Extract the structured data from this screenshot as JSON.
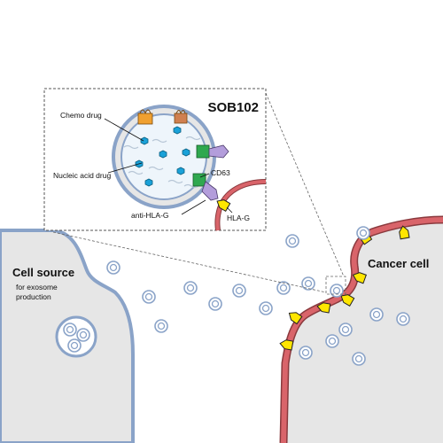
{
  "title": "SOB102",
  "labels": {
    "chemo_drug": "Chemo drug",
    "nucleic_acid_drug": "Nucleic acid drug",
    "cd63": "CD63",
    "anti_hla_g": "anti-HLA-G",
    "hla_g": "HLA-G",
    "cell_source": "Cell source",
    "cell_source_sub1": "for exosome",
    "cell_source_sub2": "production",
    "cancer_cell": "Cancer cell"
  },
  "colors": {
    "membrane_blue": "#8aa3c8",
    "cell_fill": "#e6e6e6",
    "cancer_membrane": "#d9646a",
    "hla_g_yellow": "#ffe600",
    "drug_blue": "#1aa1d8",
    "cd63_green": "#2fa84f",
    "antibody_purple": "#b39ddb",
    "tetraspanin_orange": "#f0a030"
  }
}
